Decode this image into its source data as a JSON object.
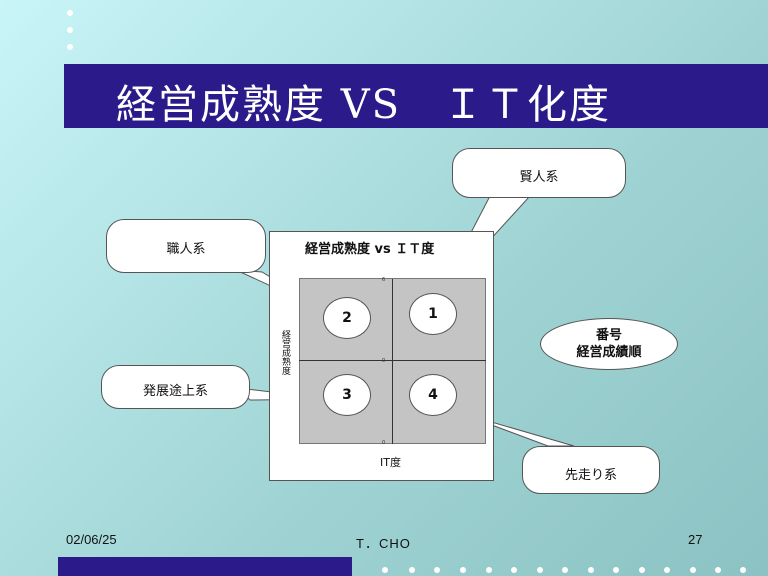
{
  "slide": {
    "title": "経営成熟度 VS　ＩＴ化度",
    "footer_date": "02/06/25",
    "footer_author": "T．CHO",
    "page_number": "27"
  },
  "chart": {
    "title": "経営成熟度 vs ＩＴ度",
    "x_axis_label": "IT度",
    "y_axis_label": "経営成熟度",
    "tick_top": "6",
    "tick_mid": "0",
    "tick_bottom": "0",
    "quadrants": {
      "top_left": "2",
      "top_right": "1",
      "bottom_left": "3",
      "bottom_right": "4"
    }
  },
  "callouts": {
    "kenjin": "賢人系",
    "shokunin": "職人系",
    "hatten": "発展途上系",
    "sakibashiri": "先走り系"
  },
  "legend": {
    "line1": "番号",
    "line2": "経営成績順"
  },
  "colors": {
    "title_bar": "#2b1a8a",
    "background": "#a9dcdc",
    "plot_area": "#c4c4c4"
  }
}
